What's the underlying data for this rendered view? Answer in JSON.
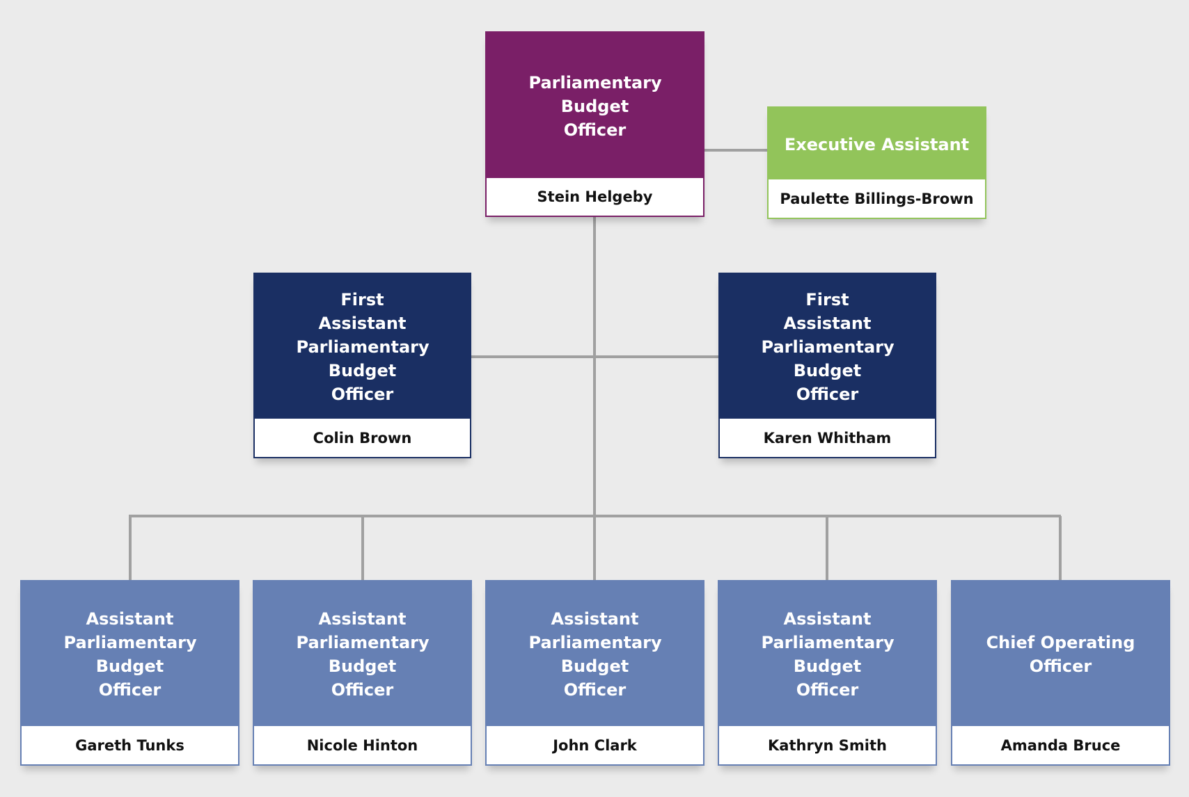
{
  "colors": {
    "pbo": "#7a1f67",
    "executive_assistant": "#92c45a",
    "first_assistant": "#1a2f63",
    "assistant": "#6680b4",
    "connector": "#a0a0a0",
    "background": "#ebebeb"
  },
  "org": {
    "pbo": {
      "title": "Parliamentary Budget Officer",
      "name": "Stein Helgeby"
    },
    "executive_assistant": {
      "title": "Executive Assistant",
      "name": "Paulette Billings-Brown"
    },
    "first_assistants": [
      {
        "title": "First Assistant Parliamentary Budget Officer",
        "name": "Colin Brown"
      },
      {
        "title": "First Assistant Parliamentary Budget Officer",
        "name": "Karen Whitham"
      }
    ],
    "assistants": [
      {
        "title": "Assistant Parliamentary Budget Officer",
        "name": "Gareth Tunks"
      },
      {
        "title": "Assistant Parliamentary Budget Officer",
        "name": "Nicole Hinton"
      },
      {
        "title": "Assistant Parliamentary Budget Officer",
        "name": "John Clark"
      },
      {
        "title": "Assistant Parliamentary Budget Officer",
        "name": "Kathryn Smith"
      },
      {
        "title": "Chief Operating Officer",
        "name": "Amanda Bruce"
      }
    ]
  }
}
